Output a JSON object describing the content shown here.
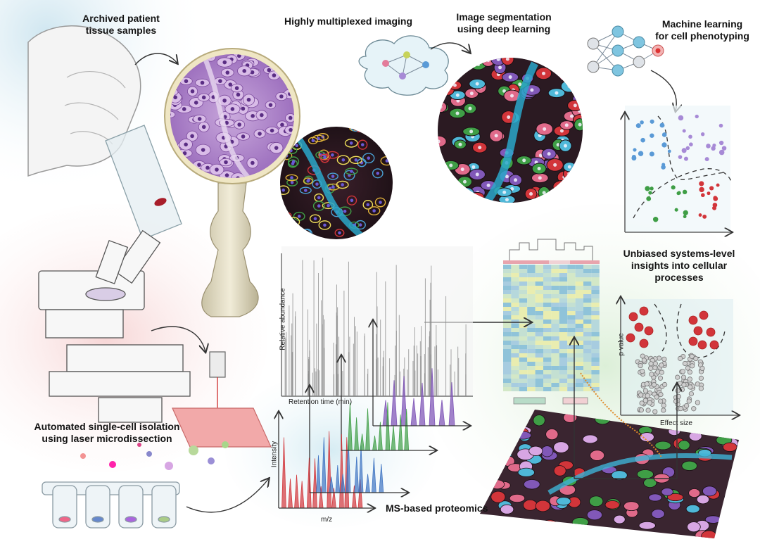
{
  "labels": {
    "archived_line1": "Archived patient",
    "archived_line2": "tissue samples",
    "multiplexed": "Highly multiplexed imaging",
    "segmentation_line1": "Image segmentation",
    "segmentation_line2": "using deep learning",
    "ml_line1": "Machine learning",
    "ml_line2": "for cell phenotyping",
    "insights_line1": "Unbiased systems-level",
    "insights_line2": "insights into cellular",
    "insights_line3": "processes",
    "isolation_line1": "Automated single-cell isolation",
    "isolation_line2": "using laser microdissection",
    "ms_proteomics": "MS-based proteomics"
  },
  "axes": {
    "relative_abundance": "Relative abundance",
    "retention_time": "Retention time (min)",
    "intensity": "Intensity",
    "mz": "m/z",
    "p_value": "p value",
    "effect_size": "Effect size"
  },
  "colors": {
    "hne_purple": "#a77cc4",
    "red": "#d2353a",
    "green": "#3f9e46",
    "blue": "#3d73c2",
    "purple": "#8158b8",
    "cyan": "#4fb8d8",
    "teal_bg": "#d8ecf3",
    "pink_bg": "#f6dede",
    "green_bg": "#e2f1e0"
  }
}
